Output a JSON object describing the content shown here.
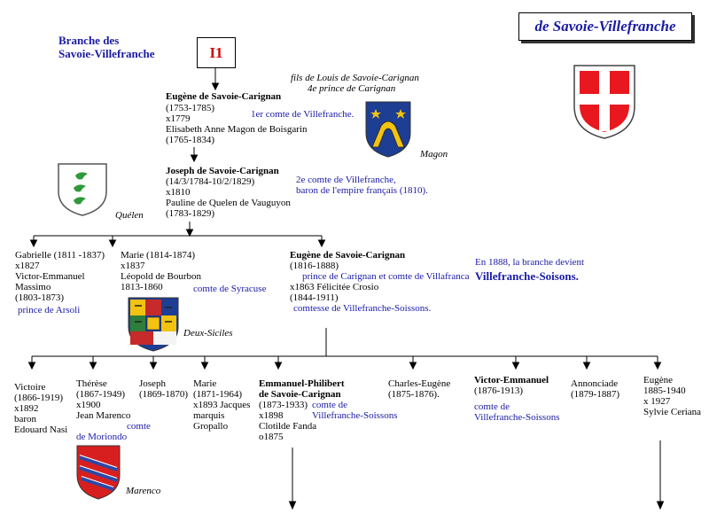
{
  "header": {
    "branch_line1": "Branche des",
    "branch_line2": "Savoie-Villefranche",
    "generation": "I1",
    "house_title": "de Savoie-Villefranche"
  },
  "gen1": {
    "name": "Eugène de Savoie-Carignan",
    "dates": "(1753-1785)",
    "marriage": "x1779",
    "spouse": "Elisabeth Anne Magon de Boisgarin",
    "spouse_dates": "(1765-1834)",
    "title": "1er comte de Villefranche.",
    "note_line1": "fils de Louis de Savoie-Carignan",
    "note_line2": "4e prince de Carignan",
    "arms_label": "Magon"
  },
  "gen2": {
    "name": "Joseph  de Savoie-Carignan",
    "dates": "(14/3/1784-10/2/1829)",
    "marriage": "x1810",
    "spouse": "Pauline de Quelen de Vauguyon",
    "spouse_dates": "(1783-1829)",
    "title_line1": "2e comte de Villefranche,",
    "title_line2": "baron de l'empire français (1810).",
    "arms_label": "Quélen"
  },
  "gen3": {
    "gabrielle": [
      "Gabrielle (1811 -1837)",
      "x1827",
      "Victor-Emmanuel",
      "Massimo",
      "(1803-1873)"
    ],
    "gabrielle_title": "prince de Arsoli",
    "marie": [
      "Marie (1814-1874)",
      "x1837",
      "Léopold de Bourbon",
      "1813-1860"
    ],
    "marie_title": "comte de Syracuse",
    "marie_arms_label": "Deux-Siciles",
    "eugene_name": "Eugène de Savoie-Carignan",
    "eugene_dates": "(1816-1888)",
    "eugene_title": "prince de Carignan et comte de Villafranca",
    "eugene_marriage": "x1863 Félicitée Crosio",
    "eugene_spouse_dates": "(1844-1911)",
    "eugene_spouse_title": "comtesse de Villefranche-Soissons.",
    "note_line1": "En 1888, la branche devient",
    "note_line2": "Villefranche-Soisons."
  },
  "gen4": {
    "victoire": [
      "Victoire",
      "(1866-1919)",
      "x1892",
      "baron",
      "Edouard Nasi"
    ],
    "therese": [
      "Thérèse",
      "(1867-1949)",
      "x1900",
      "Jean Marenco"
    ],
    "therese_title": [
      "comte",
      "de Moriondo"
    ],
    "therese_arms_label": "Marenco",
    "joseph": [
      "Joseph",
      "(1869-1870)"
    ],
    "marie": [
      "Marie",
      "(1871-1964)",
      "x1893 Jacques",
      "marquis",
      "Gropallo"
    ],
    "emmanuel_name": [
      "Emmanuel-Philibert",
      "de Savoie-Carignan"
    ],
    "emmanuel": [
      "(1873-1933)",
      "x1898",
      "Clotilde Fanda",
      "o1875"
    ],
    "emmanuel_title": [
      "comte de",
      "Villefranche-Soissons"
    ],
    "charles": [
      "Charles-Eugène",
      "(1875-1876)."
    ],
    "victor_name": "Victor-Emmanuel",
    "victor": [
      "(1876-1913)"
    ],
    "victor_title": [
      "comte de",
      "Villefranche-Soissons"
    ],
    "annonciade": [
      "Annonciade",
      "(1879-1887)"
    ],
    "eugene": [
      "Eugène",
      "1885-1940",
      "x 1927",
      "Sylvie Ceriana"
    ]
  },
  "colors": {
    "text_blue": "#1a1aa6",
    "title_red": "#d40000",
    "savoy_red": "#e8181e",
    "magon_blue": "#1d3e93",
    "gold": "#f2c311",
    "quelen_green": "#2e9a3a"
  }
}
